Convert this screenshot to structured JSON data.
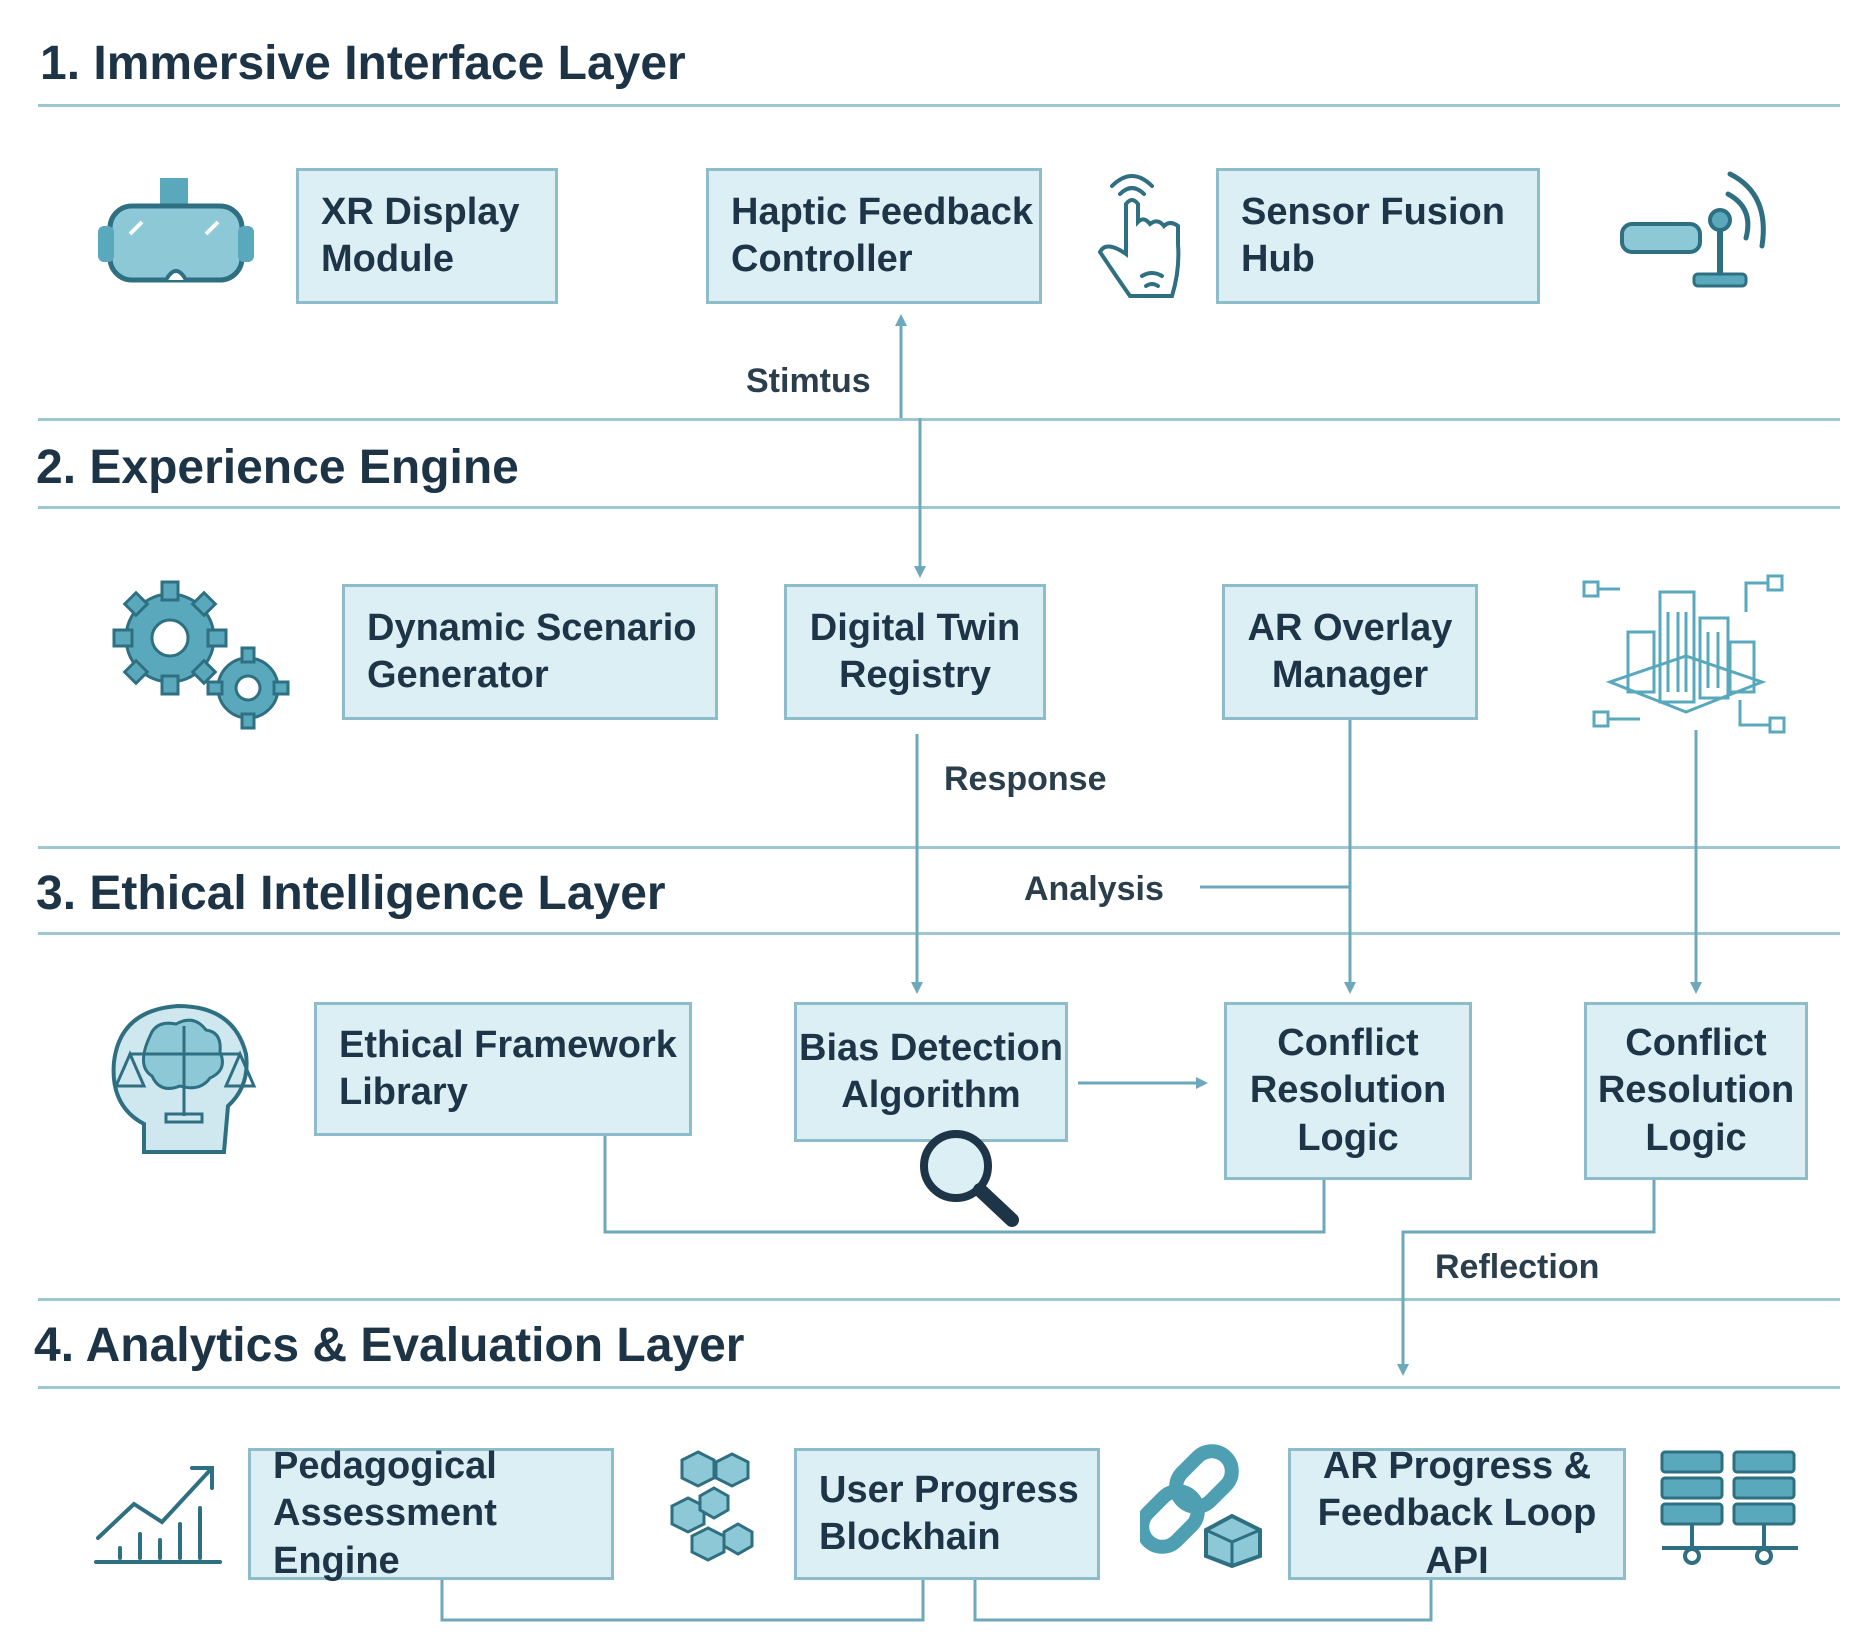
{
  "layers": [
    {
      "title": "1. Immersive Interface Layer"
    },
    {
      "title": "2. Experience Engine"
    },
    {
      "title": "3. Ethical Intelligence Layer"
    },
    {
      "title": "4. Analytics & Evaluation Layer"
    }
  ],
  "boxes": {
    "xr_display": "XR Display\nModule",
    "haptic": "Haptic Feedback\nController",
    "sensor_fusion": "Sensor Fusion\nHub",
    "scenario_gen": "Dynamic Scenario\nGenerator",
    "digital_twin": "Digital Twin\nRegistry",
    "ar_overlay": "AR Overlay\nManager",
    "ethical_lib": "Ethical Framework\nLibrary",
    "bias_detect": "Bias Detection\nAlgorithm",
    "conflict_a": "Conflict\nResolution\nLogic",
    "conflict_b": "Conflict\nResolution\nLogic",
    "pedagogical": "Pedagogical\nAssessment Engine",
    "blockchain": "User Progress\nBlockhain",
    "feedback_api": "AR Progress &\nFeedback Loop API"
  },
  "flow_labels": {
    "stimulus": "Stimtus",
    "response": "Response",
    "analysis": "Analysis",
    "reflection": "Reflection"
  },
  "icons": [
    "vr-headset-icon",
    "haptic-hand-icon",
    "ar-glasses-antenna-icon",
    "gears-icon",
    "smart-city-icon",
    "brain-scales-icon",
    "magnifier-icon",
    "growth-chart-icon",
    "cubes-network-icon",
    "chain-link-cube-icon",
    "server-rack-icon"
  ],
  "colors": {
    "accent": "#4f9fb3",
    "box_fill": "#dbeff4",
    "box_border": "#8fbccb",
    "text": "#1d3547",
    "line": "#6ea9bb"
  }
}
